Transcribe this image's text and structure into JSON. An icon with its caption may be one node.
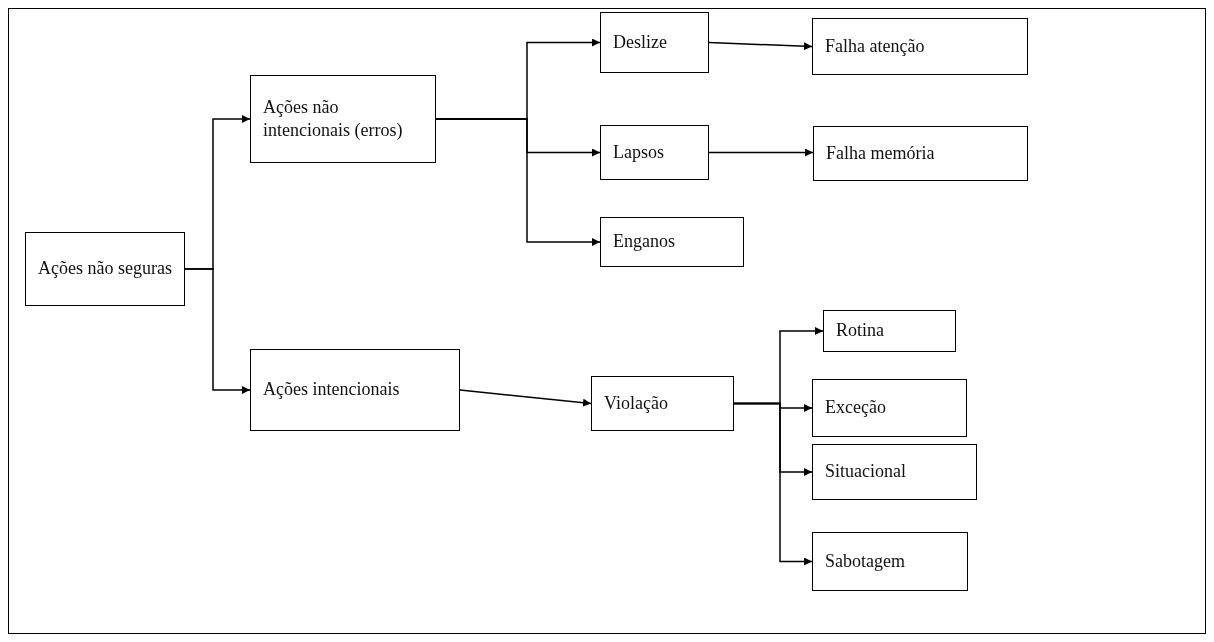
{
  "diagram": {
    "nodes": [
      {
        "text": [
          "Ações não seguras"
        ]
      },
      {
        "text": [
          "Ações não intencionais (erros)"
        ]
      },
      {
        "text": [
          "Deslize"
        ]
      },
      {
        "text": [
          "Falha atenção"
        ]
      },
      {
        "text": [
          "Lapsos"
        ]
      },
      {
        "text": [
          "Falha memória"
        ]
      },
      {
        "text": [
          "Enganos"
        ]
      },
      {
        "text": [
          "Ações intencionais"
        ]
      },
      {
        "text": [
          "Violação"
        ]
      },
      {
        "text": [
          "Rotina"
        ]
      },
      {
        "text": [
          "Exceção"
        ]
      },
      {
        "text": [
          "Situacional"
        ]
      },
      {
        "text": [
          "Sabotagem"
        ]
      }
    ],
    "edges": [
      {
        "from": 0,
        "to": 1,
        "arrow": "to"
      },
      {
        "from": 0,
        "to": 7,
        "arrow": "to"
      },
      {
        "from": 1,
        "to": 2,
        "arrow": "to"
      },
      {
        "from": 1,
        "to": 4,
        "arrow": "to"
      },
      {
        "from": 1,
        "to": 6,
        "arrow": "to"
      },
      {
        "from": 2,
        "to": 3,
        "arrow": "to"
      },
      {
        "from": 4,
        "to": 5,
        "arrow": "to"
      },
      {
        "from": 7,
        "to": 8,
        "arrow": "to"
      },
      {
        "from": 8,
        "to": 9,
        "arrow": "to"
      },
      {
        "from": 8,
        "to": 10,
        "arrow": "to"
      },
      {
        "from": 8,
        "to": 11,
        "arrow": "to"
      },
      {
        "from": 8,
        "to": 12,
        "arrow": "to"
      }
    ]
  }
}
